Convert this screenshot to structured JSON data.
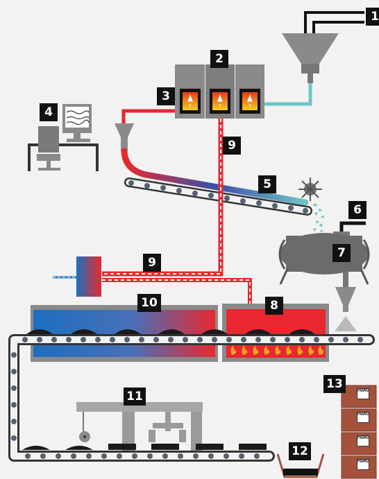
{
  "labels": [
    "1",
    "2",
    "3",
    "4",
    "5",
    "6",
    "7",
    "8",
    "9",
    "9",
    "10",
    "11",
    "12",
    "13"
  ],
  "box_brand": "FRAMGLAS",
  "colors": {
    "background": "#f2f2f2",
    "machine_gray": "#8a8a8a",
    "dark_gray": "#5c5c5c",
    "belt": "#333333",
    "hot_red": "#e8282e",
    "cold_blue": "#1b6fbf",
    "teal_pipe": "#6fc4c6",
    "box_brown": "#a4523c",
    "label_bg": "#111111"
  },
  "icons": [
    "hopper-icon",
    "furnace-icon",
    "computer-icon",
    "crusher-icon",
    "flame-icon",
    "cardboard-box-icon"
  ]
}
